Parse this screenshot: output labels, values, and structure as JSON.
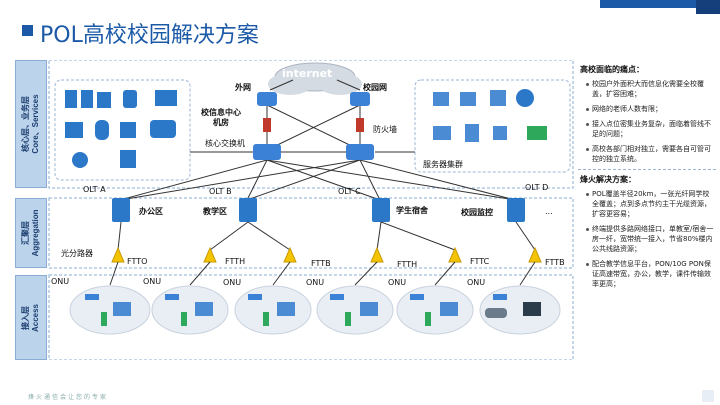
{
  "title": "POL高校校园解决方案",
  "layers": [
    {
      "name": "核心层、业务层\nCore、Services"
    },
    {
      "name": "汇聚层\nAggregation"
    },
    {
      "name": "接入层\nAccess"
    }
  ],
  "cloud": "internet",
  "labels": {
    "wan": "外网",
    "campus_net": "校园网",
    "dc": "校信息中心\n机房",
    "firewall": "防火墙",
    "core_switch": "核心交换机",
    "server_cluster": "服务器集群",
    "olt_a": "OLT A",
    "olt_b": "OLT B",
    "olt_c": "OLT C",
    "olt_d": "OLT D",
    "office": "办公区",
    "teaching": "教学区",
    "dorm": "学生宿舍",
    "monitor": "校园监控",
    "ellipsis": "...",
    "splitter": "光分路器",
    "fttx": [
      "FTTO",
      "FTTH",
      "FTTB",
      "FTTH",
      "FTTC",
      "FTTB"
    ],
    "onu": "ONU"
  },
  "panel": {
    "pain_title": "高校面临的痛点：",
    "pains": [
      "校园户外面积大而信息化需要全校覆盖，扩容困难；",
      "网络的老师人数有限；",
      "接入点位密集业务复杂，面临着管线不足的问题；",
      "高校各部门相对独立，需要各自可管可控的独立系统。"
    ],
    "solution_title": "烽火解决方案：",
    "solutions": [
      "POL覆盖半径20km，一张光纤网学校全覆盖；点到多点节约主干光缆资源，扩容更容易；",
      "终端提供多路网络接口，单教室/宿舍一房一纤，宽带统一接入，节省80%楼内公共线路资源；",
      "配合教学信息平台，PON/10G PON保证高速带宽，办公，教学，课件传输效率更高；"
    ]
  },
  "footer": "烽火通信会让您的专家",
  "colors": {
    "brand": "#1c5aa8",
    "layer_fill": "#bcd3ec",
    "splitter": "#f5c400",
    "firewall": "#c0392b"
  }
}
